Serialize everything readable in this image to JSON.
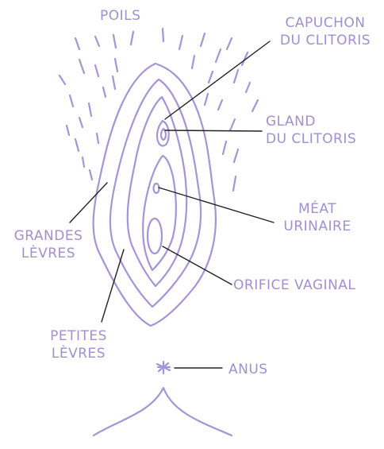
{
  "labels": {
    "poils": "POILS",
    "capuchon_line1": "CAPUCHON",
    "capuchon_line2": "DU CLITORIS",
    "gland_line1": "GLAND",
    "gland_line2": "DU CLITORIS",
    "meat_line1": "MÉAT",
    "meat_line2": "URINAIRE",
    "orifice": "ORIFICE VAGINAL",
    "grandes_line1": "GRANDES",
    "grandes_line2": "LÈVRES",
    "petites_line1": "PETITES",
    "petites_line2": "LÈVRES",
    "anus": "ANUS"
  },
  "colors": {
    "drawing": "#a594d8",
    "text": "#a08fd2",
    "leader_lines": "#222222",
    "background": "#ffffff"
  }
}
